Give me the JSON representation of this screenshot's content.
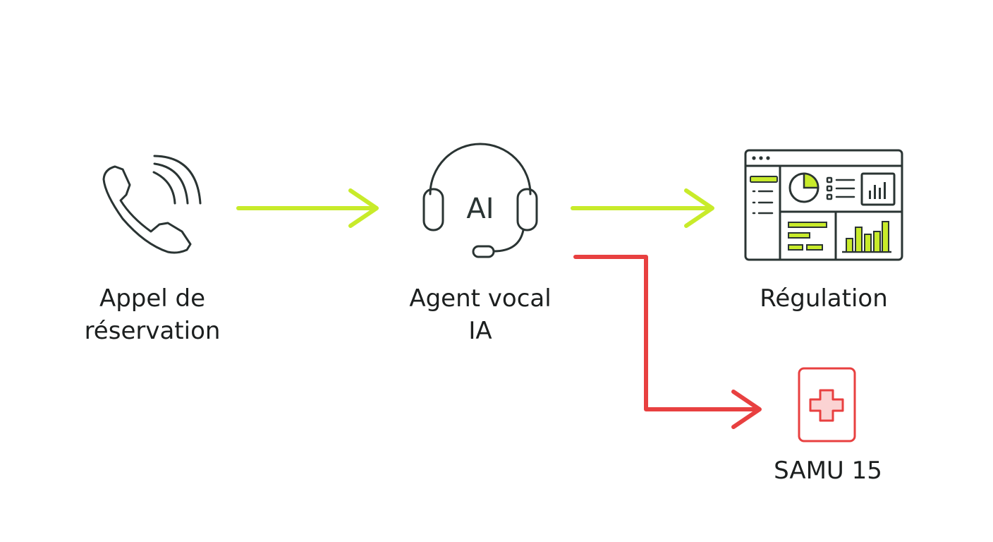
{
  "colors": {
    "ink": "#2a3433",
    "accent_green": "#c8eb2a",
    "emergency_red": "#e84040",
    "emergency_fill": "#fbd3d3"
  },
  "nodes": {
    "call": {
      "icon": "phone-call-icon",
      "line1": "Appel de",
      "line2": "réservation"
    },
    "agent": {
      "icon": "headset-icon",
      "badge": "AI",
      "line1": "Agent vocal",
      "line2": "IA"
    },
    "regulation": {
      "icon": "dashboard-icon",
      "label": "Régulation"
    },
    "samu": {
      "icon": "medical-cross-icon",
      "label": "SAMU 15"
    }
  },
  "connections": [
    {
      "from": "call",
      "to": "agent",
      "color": "accent_green"
    },
    {
      "from": "agent",
      "to": "regulation",
      "color": "accent_green"
    },
    {
      "from": "agent",
      "to": "samu",
      "color": "emergency_red"
    }
  ]
}
